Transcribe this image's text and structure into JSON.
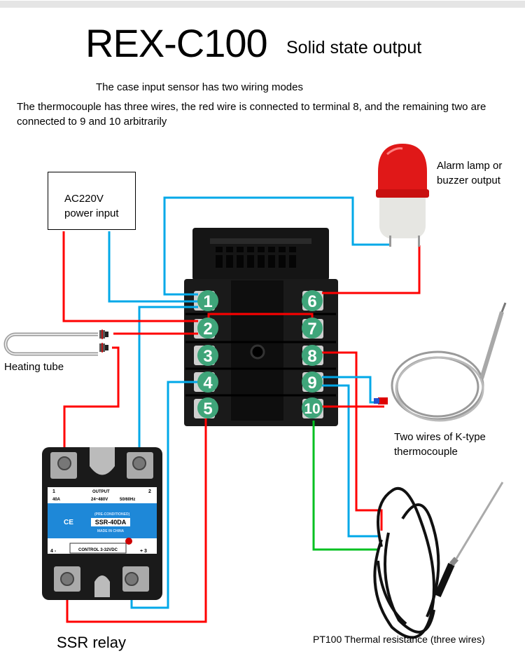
{
  "header": {
    "title": "REX-C100",
    "subtitle": "Solid state output",
    "description_line1": "The case input sensor has two wiring modes",
    "description_line2": "The thermocouple has three wires, the red wire is connected to terminal 8, and the remaining two are connected to 9 and 10 arbitrarily"
  },
  "components": {
    "power_input": {
      "line1": "AC220V",
      "line2": "power input"
    },
    "heating_tube": {
      "label": "Heating tube"
    },
    "alarm": {
      "line1": "Alarm lamp or",
      "line2": "buzzer output"
    },
    "thermocouple": {
      "line1": "Two wires of K-type",
      "line2": "thermocouple"
    },
    "ssr": {
      "label": "SSR relay",
      "model": "SSR-40DA",
      "output_label": "OUTPUT",
      "current": "40A",
      "voltage": "24~480V",
      "frequency": "50/60Hz",
      "pre": "(PRE-CONDITIONED)",
      "made_in": "MADE IN CHINA",
      "control": "CONTROL 3-32VDC",
      "ce": "CE",
      "t1": "1",
      "t2": "2",
      "t3": "+ 3",
      "t4": "4 -"
    },
    "pt100": {
      "label": "PT100 Thermal resistance (three wires)"
    }
  },
  "terminals": [
    "1",
    "2",
    "3",
    "4",
    "5",
    "6",
    "7",
    "8",
    "9",
    "10"
  ],
  "colors": {
    "red_wire": "#ff0000",
    "blue_wire": "#00a8e8",
    "green_wire": "#00c020",
    "terminal_badge": "#3fa57a",
    "ssr_blue": "#1e88d8"
  }
}
